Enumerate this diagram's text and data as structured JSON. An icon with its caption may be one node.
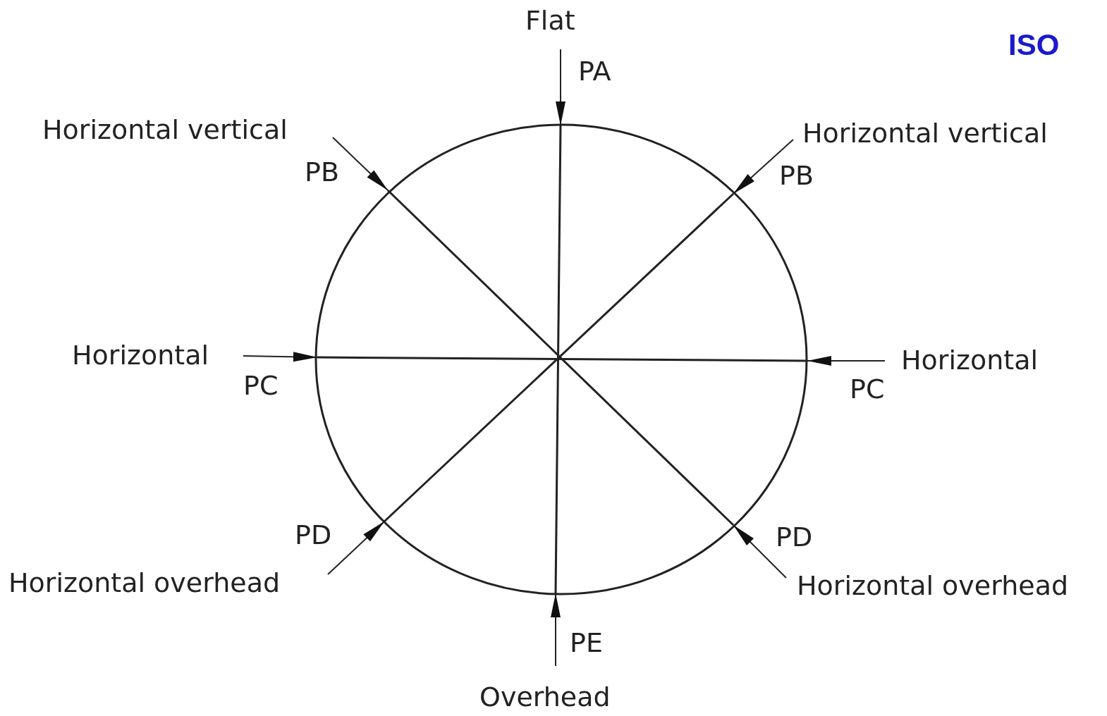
{
  "diagram": {
    "labels": [
      "Flat",
      "ISO",
      "PA",
      "Horizontal vertical",
      "Horizontal vertical",
      "PB",
      "PB",
      "Horizontal",
      "Horizontal",
      "PC",
      "PC",
      "PD",
      "PD",
      "Horizontal overhead",
      "Horizontal overhead",
      "PE",
      "Overhead"
    ]
  }
}
